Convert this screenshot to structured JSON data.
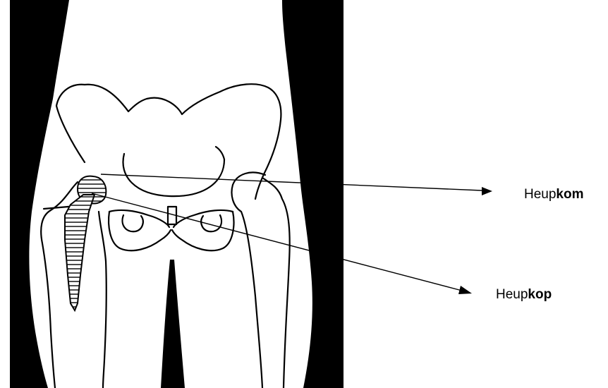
{
  "labels": {
    "socket": {
      "plain": "Heup",
      "bold": "kom"
    },
    "head": {
      "plain": "Heup",
      "bold": "kop"
    }
  },
  "colors": {
    "silhouette": "#000000",
    "line": "#000000",
    "background": "#ffffff"
  }
}
